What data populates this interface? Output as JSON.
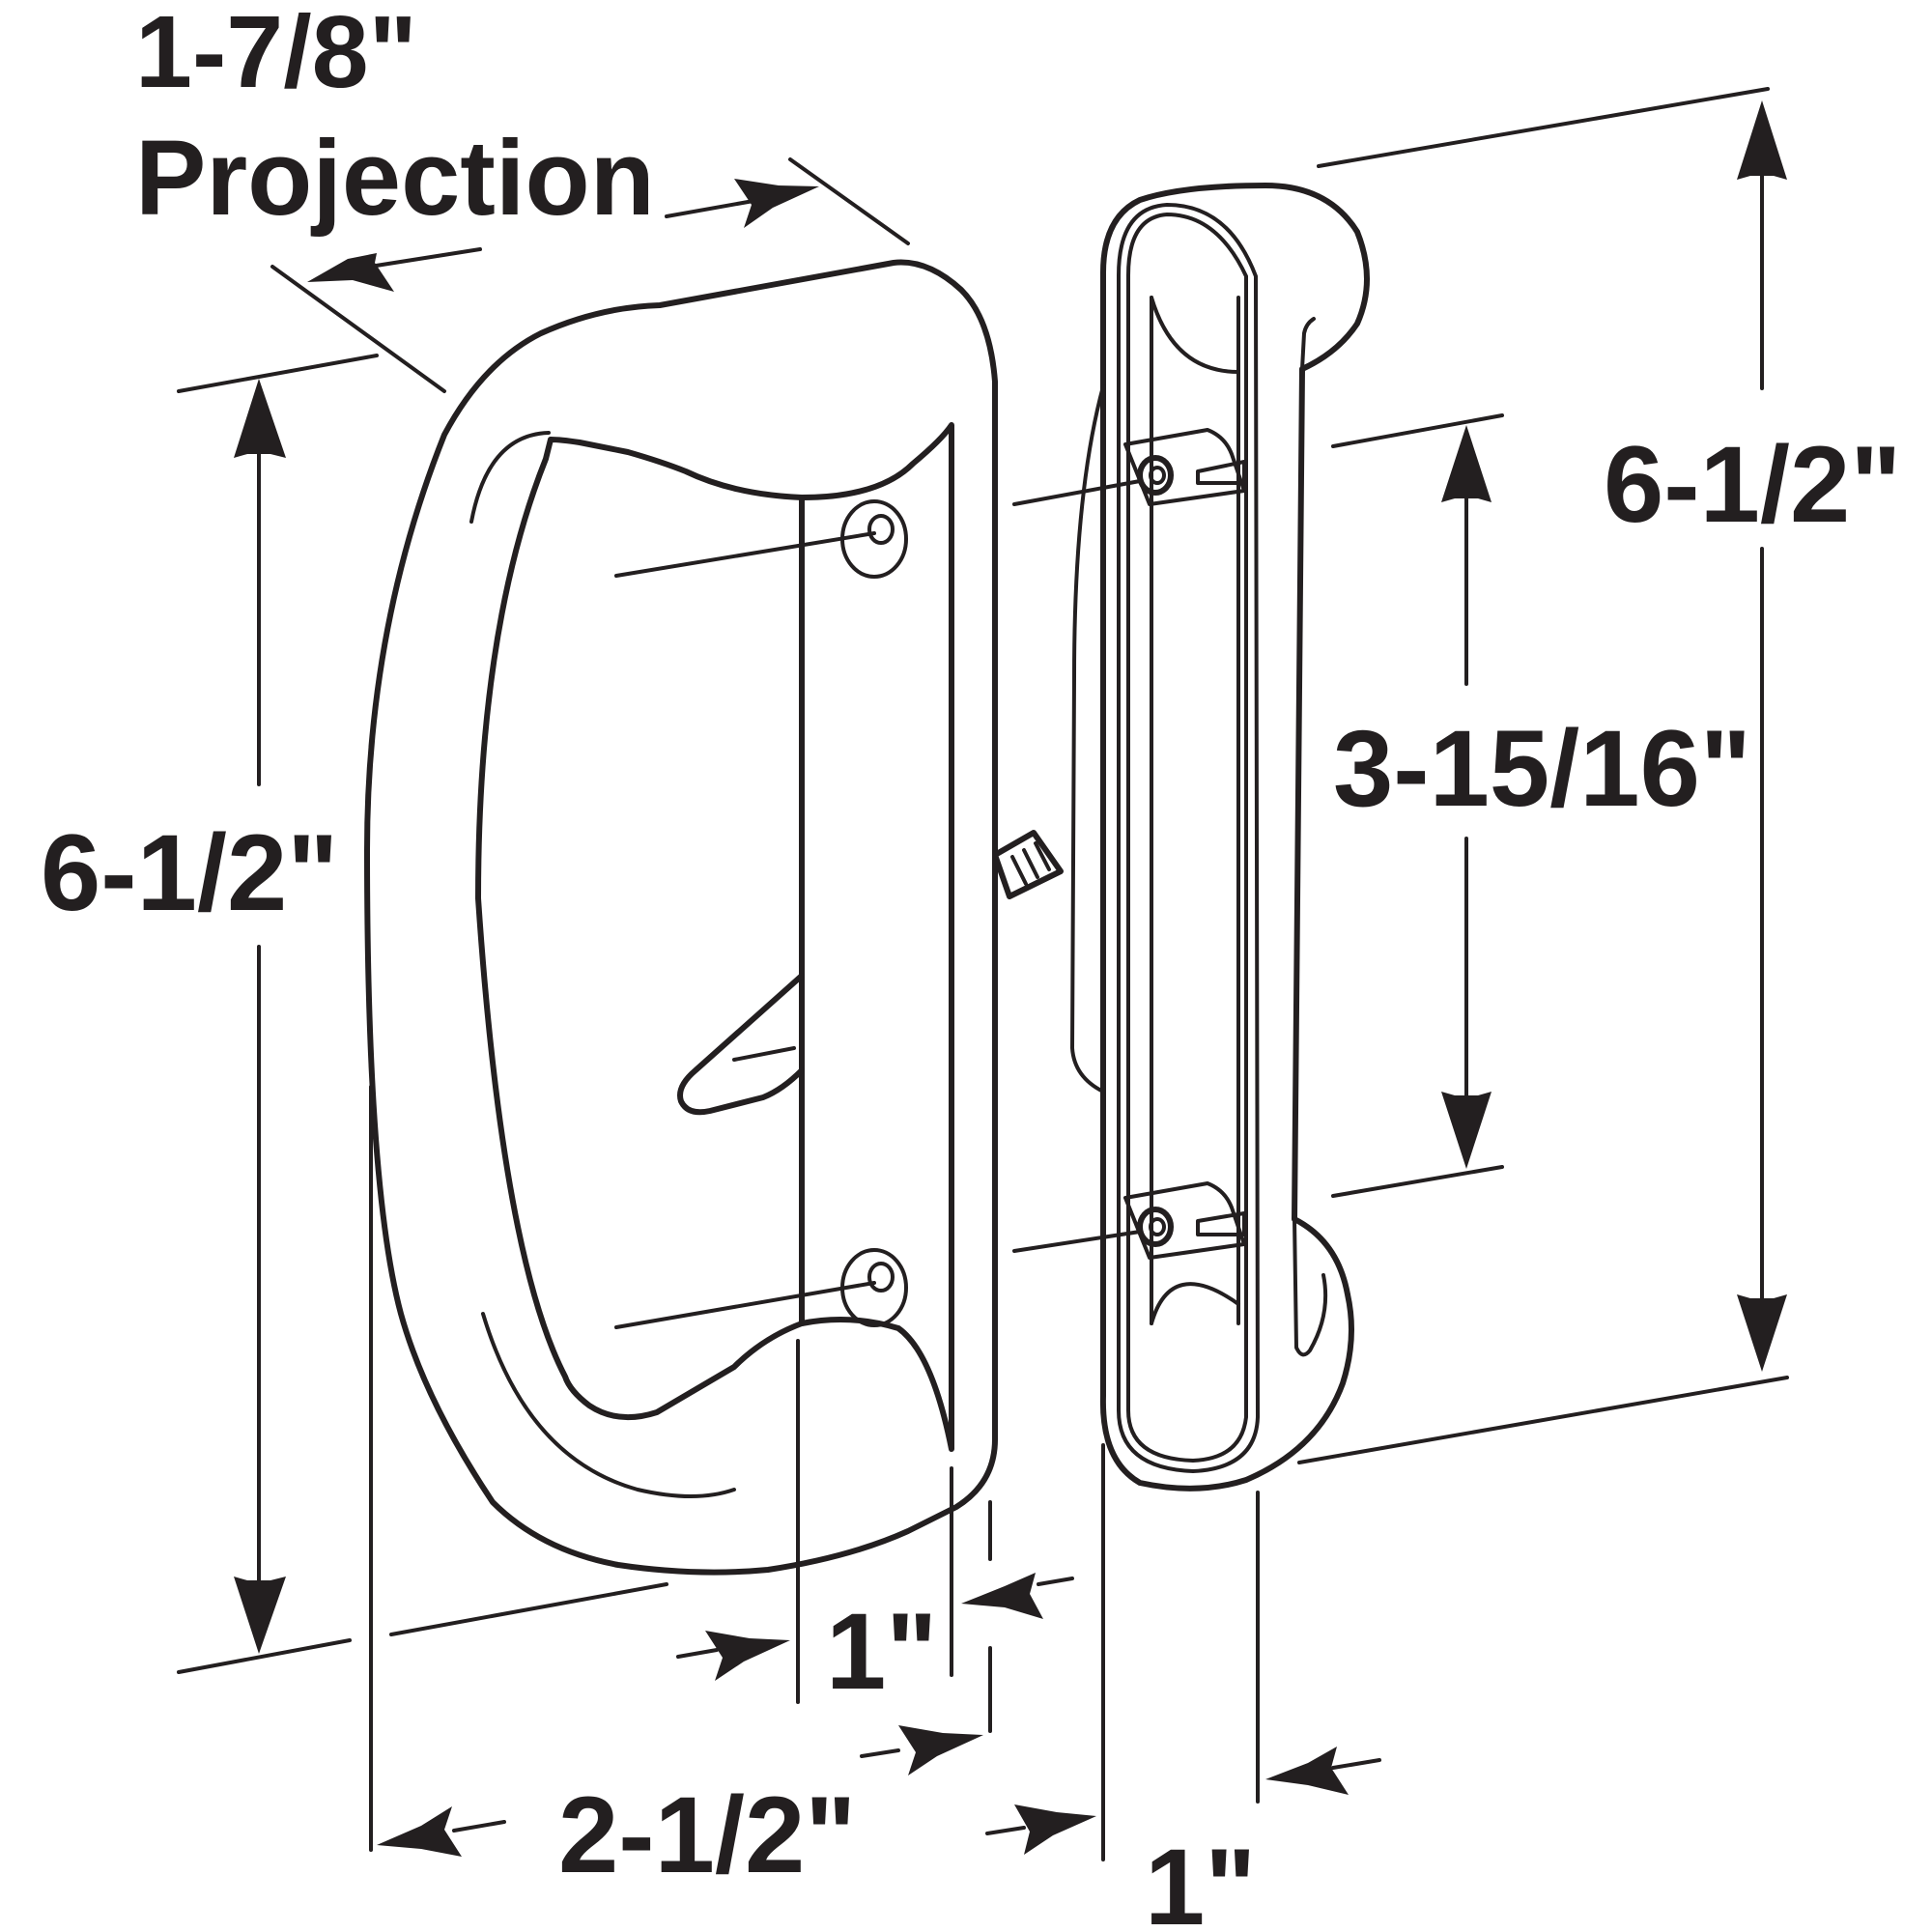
{
  "labels": {
    "projection_value": "1-7/8\"",
    "projection_word": "Projection",
    "left_height": "6-1/2\"",
    "right_height": "6-1/2\"",
    "hole_spacing": "3-15/16\"",
    "handle_thickness": "1\"",
    "handle_width": "2-1/2\"",
    "pull_thickness": "1\""
  },
  "colors": {
    "ink": "#231f20",
    "background": "#ffffff"
  }
}
